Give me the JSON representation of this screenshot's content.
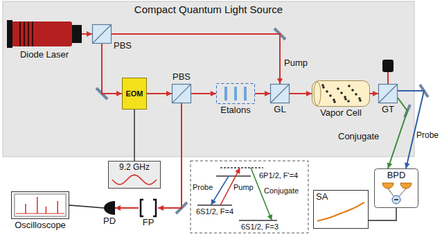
{
  "diagram": {
    "nodes": [
      {
        "text": [
          "Compact Quantum Light Source"
        ]
      },
      {
        "text": [
          "Diode Laser"
        ],
        "in": 0
      },
      {
        "text": [
          "PBS"
        ],
        "in": 0
      },
      {
        "text": [
          "EOM"
        ],
        "in": 0
      },
      {
        "text": [
          "PBS"
        ],
        "in": 0
      },
      {
        "text": [
          "Etalons"
        ],
        "in": 0
      },
      {
        "text": [
          "GL"
        ],
        "in": 0
      },
      {
        "text": [
          "Vapor Cell"
        ],
        "in": 0
      },
      {
        "text": [
          "GT"
        ],
        "in": 0
      },
      {
        "text": [
          "9.2 GHz"
        ]
      },
      {
        "text": [
          "Oscilloscope"
        ]
      },
      {
        "text": [
          "PD"
        ]
      },
      {
        "text": [
          "FP"
        ]
      },
      {
        "text": [
          "BPD"
        ]
      },
      {
        "text": [
          "SA"
        ]
      }
    ],
    "edges": [
      {
        "from": 1,
        "to": 2,
        "arrow": "to"
      },
      {
        "from": 2,
        "to": 6,
        "label": "Pump",
        "arrow": "to"
      },
      {
        "from": 2,
        "to": 3,
        "arrow": "to"
      },
      {
        "from": 3,
        "to": 4,
        "arrow": "to"
      },
      {
        "from": 4,
        "to": 5,
        "arrow": "to"
      },
      {
        "from": 5,
        "to": 6,
        "arrow": "to"
      },
      {
        "from": 6,
        "to": 7,
        "arrow": "to"
      },
      {
        "from": 7,
        "to": 8,
        "arrow": "to"
      },
      {
        "from": 8,
        "to": 13,
        "label": "Conjugate",
        "arrow": "to"
      },
      {
        "from": 8,
        "to": 13,
        "label": "Probe",
        "arrow": "to"
      },
      {
        "from": 4,
        "to": 12,
        "arrow": "to"
      },
      {
        "from": 12,
        "to": 11,
        "arrow": "to"
      },
      {
        "from": 11,
        "to": 10,
        "arrow": "none"
      },
      {
        "from": 9,
        "to": 3,
        "arrow": "none"
      },
      {
        "from": 13,
        "to": 14,
        "arrow": "none"
      }
    ],
    "labels": [
      "6P1/2, F'=4",
      "Probe",
      "Pump",
      "Conjugate",
      "6S1/2, F=4",
      "6S1/2, F=3"
    ]
  }
}
